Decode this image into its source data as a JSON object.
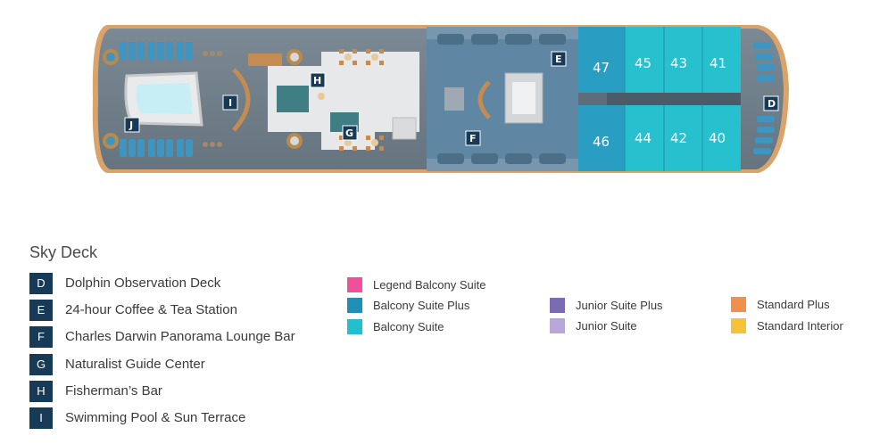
{
  "deck": {
    "title": "Sky Deck"
  },
  "amenities": [
    {
      "code": "D",
      "label": "Dolphin Observation Deck"
    },
    {
      "code": "E",
      "label": "24-hour Coffee & Tea Station"
    },
    {
      "code": "F",
      "label": "Charles Darwin Panorama Lounge Bar"
    },
    {
      "code": "G",
      "label": "Naturalist Guide Center"
    },
    {
      "code": "H",
      "label": "Fisherman’s Bar"
    },
    {
      "code": "I",
      "label": "Swimming Pool & Sun Terrace"
    }
  ],
  "categories": [
    {
      "label": "Legend Balcony Suite",
      "color": "#f0509a"
    },
    {
      "label": "Balcony Suite Plus",
      "color": "#1f8fb8"
    },
    {
      "label": "Balcony Suite",
      "color": "#21bfcf"
    },
    {
      "label": "Junior Suite Plus",
      "color": "#7b6bb3"
    },
    {
      "label": "Junior Suite",
      "color": "#b7a6d8"
    },
    {
      "label": "Standard Plus",
      "color": "#f0904a"
    },
    {
      "label": "Standard Interior",
      "color": "#f6c23a"
    }
  ],
  "cabins": {
    "top_row": [
      "47",
      "45",
      "43",
      "41"
    ],
    "bottom_row": [
      "46",
      "44",
      "42",
      "40"
    ]
  },
  "colors": {
    "deck_marker": "#173a57",
    "hull_rim": "#d9a36a",
    "deck_floor": "#6d7d8a"
  }
}
